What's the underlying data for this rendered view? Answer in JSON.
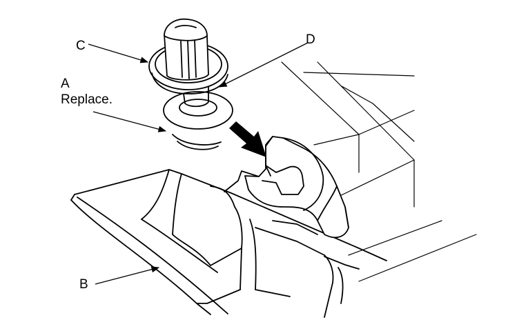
{
  "labels": {
    "a": "A",
    "a_note": "Replace.",
    "b": "B",
    "c": "C",
    "d": "D"
  },
  "colors": {
    "line": "#000000",
    "background": "#ffffff"
  }
}
